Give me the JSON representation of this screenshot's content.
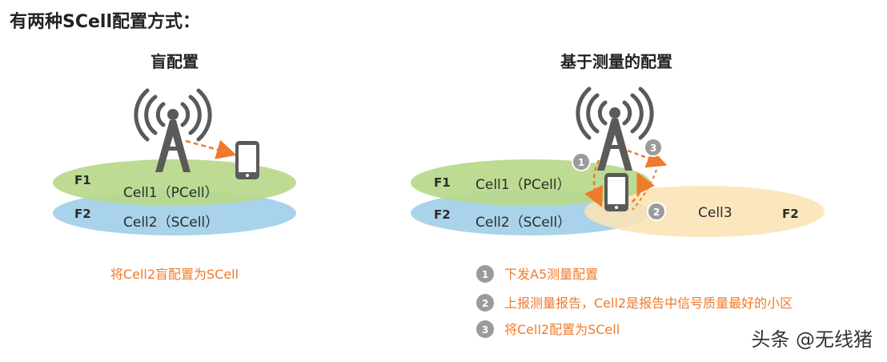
{
  "page_title": "有两种SCell配置方式：",
  "left": {
    "title": "盲配置",
    "f1_label": "F1",
    "f2_label": "F2",
    "cell1_label": "Cell1（PCell）",
    "cell2_label": "Cell2（SCell）",
    "caption": "将Cell2盲配置为SCell"
  },
  "right": {
    "title": "基于测量的配置",
    "f1_label": "F1",
    "f2_label": "F2",
    "f2_right_label": "F2",
    "cell1_label": "Cell1（PCell）",
    "cell2_label": "Cell2（SCell）",
    "cell3_label": "Cell3",
    "marker_1": "1",
    "marker_2": "2",
    "marker_3": "3",
    "steps": [
      {
        "num": "1",
        "text": "下发A5测量配置"
      },
      {
        "num": "2",
        "text": "上报测量报告，Cell2是报告中信号质量最好的小区"
      },
      {
        "num": "3",
        "text": "将Cell2配置为SCell"
      }
    ]
  },
  "watermark": "头条 @无线猪",
  "colors": {
    "f1_ellipse": "#b7d88a",
    "f2_ellipse": "#a9d3ea",
    "cell3_ellipse": "#fbe3b5",
    "tower": "#5a5a5a",
    "arrow": "#f07a2a",
    "step_circle": "#9b9b9b"
  },
  "icons": [
    "antenna-tower-icon",
    "mobile-phone-icon",
    "dashed-arrow-icon",
    "step-number-icon"
  ]
}
